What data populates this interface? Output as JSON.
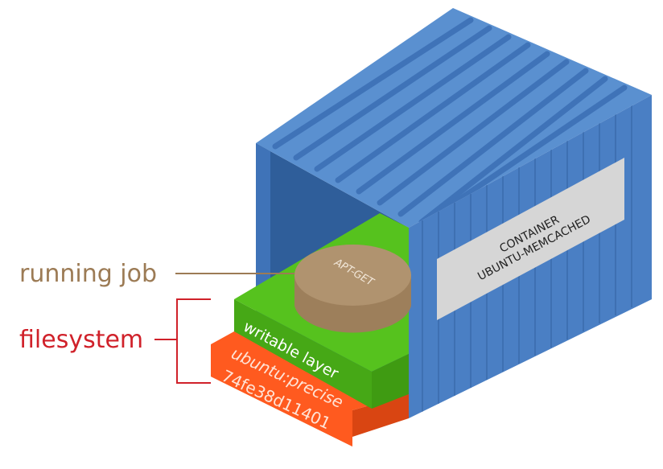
{
  "container": {
    "label_line1": "CONTAINER",
    "label_line2": "UBUNTU-MEMCACHED"
  },
  "job": {
    "disk_label": "APT-GET",
    "callout": "running job"
  },
  "layers": {
    "writable": "writable layer",
    "base_name": "ubuntu:precise",
    "base_id": "74fe38d11401"
  },
  "filesystem": {
    "callout": "filesystem"
  },
  "colors": {
    "container_front": "#4a7fc4",
    "container_top": "#5a90d0",
    "container_interior": "#2f5e9a",
    "writable_top": "#56c21e",
    "writable_front": "#46a816",
    "base_front": "#ff5a1f",
    "base_side": "#d94512",
    "disk_top": "#b0936f",
    "disk_side": "#9d7f5b",
    "running_job_text": "#9c7b55",
    "filesystem_text": "#d0212a"
  },
  "icons": {
    "bracket": "bracket-icon"
  }
}
